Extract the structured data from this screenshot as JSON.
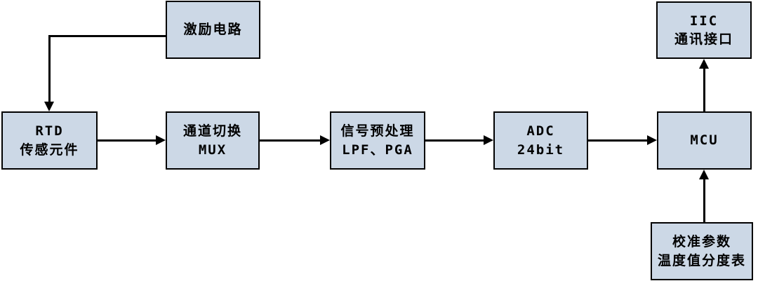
{
  "diagram": {
    "title": "RTD temperature acquisition block diagram",
    "colors": {
      "box_fill": "#ccd8e6",
      "box_border": "#000000",
      "line": "#000000",
      "text": "#000000",
      "background": "#ffffff"
    },
    "nodes": {
      "excitation": {
        "lines": [
          "激励电路"
        ]
      },
      "rtd": {
        "lines": [
          "RTD",
          "传感元件"
        ]
      },
      "mux": {
        "lines": [
          "通道切换",
          "MUX"
        ]
      },
      "preprocess": {
        "lines": [
          "信号预处理",
          "LPF、PGA"
        ]
      },
      "adc": {
        "lines": [
          "ADC",
          "24bit"
        ]
      },
      "mcu": {
        "lines": [
          "MCU"
        ]
      },
      "iic": {
        "lines": [
          "IIC",
          "通讯接口"
        ]
      },
      "calibration": {
        "lines": [
          "校准参数",
          "温度值分度表"
        ]
      }
    },
    "edges": [
      {
        "from": "excitation",
        "to": "rtd",
        "style": "elbow-left-down"
      },
      {
        "from": "rtd",
        "to": "mux",
        "style": "right"
      },
      {
        "from": "mux",
        "to": "preprocess",
        "style": "right"
      },
      {
        "from": "preprocess",
        "to": "adc",
        "style": "right"
      },
      {
        "from": "adc",
        "to": "mcu",
        "style": "right"
      },
      {
        "from": "mcu",
        "to": "iic",
        "style": "up"
      },
      {
        "from": "calibration",
        "to": "mcu",
        "style": "up"
      }
    ]
  }
}
